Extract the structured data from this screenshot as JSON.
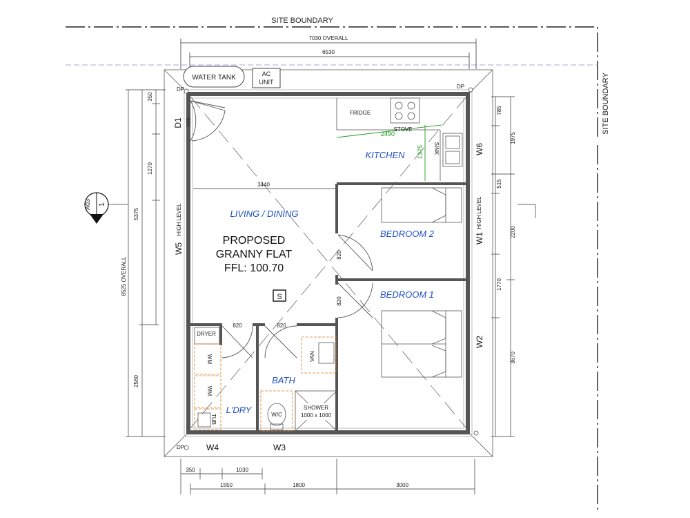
{
  "site": {
    "boundary_top": "SITE BOUNDARY",
    "boundary_right": "SITE BOUNDARY"
  },
  "overall": {
    "width_overall": "7030 OVERALL",
    "width_inner": "6530",
    "height_overall": "8525 OVERALL",
    "height_inner": "5375"
  },
  "title": {
    "line1": "PROPOSED",
    "line2": "GRANNY FLAT",
    "line3": "FFL: 100.70",
    "smoke_detector": "S"
  },
  "rooms": {
    "living": "LIVING / DINING",
    "kitchen": "KITCHEN",
    "bedroom2": "BEDROOM 2",
    "bedroom1": "BEDROOM 1",
    "bath": "BATH",
    "laundry": "L'DRY"
  },
  "fixtures": {
    "water_tank": "WATER TANK",
    "ac_line1": "AC",
    "ac_line2": "UNIT",
    "fridge": "FRIDGE",
    "stove": "STOVE",
    "sink": "SINK",
    "dryer": "DRYER",
    "wm1": "WM",
    "wm2": "WM",
    "tub": "TUB",
    "van": "VAN",
    "wc": "W/C",
    "shower_line1": "SHOWER",
    "shower_line2": "1000 x 1000",
    "dp": [
      "DP",
      "DP",
      "DP"
    ]
  },
  "openings": {
    "d1": "D1",
    "d1_width": "920",
    "w1": "W1",
    "w1_note": "HIGH LEVEL",
    "w2": "W2",
    "w3": "W3",
    "w4": "W4",
    "w5": "W5",
    "w5_note": "HIGH LEVEL",
    "w6": "W6"
  },
  "dimensions": {
    "left_350": "350",
    "left_1270": "1270",
    "left_2560": "2560",
    "right_785": "785",
    "right_1975": "1975",
    "right_515": "515",
    "right_2200": "2200",
    "right_1770": "1770",
    "right_3670": "3670",
    "bottom_350": "350",
    "bottom_1030": "1030",
    "bottom_1550": "1550",
    "bottom_1800": "1800",
    "bottom_3000": "3000",
    "living_3440": "3440",
    "door_820_a": "820",
    "door_820_b": "820",
    "door_820_c": "820",
    "door_820_d": "820",
    "kitchen_2490": "2490",
    "kitchen_1375": "1375"
  },
  "section_marker": {
    "sheet": "A03",
    "number": "1"
  },
  "colors": {
    "room_label": "#1f4fc4",
    "kitchen_dims": "#1a9a1a",
    "wet_area_outline": "#e07a1a",
    "wall": "#555555"
  }
}
